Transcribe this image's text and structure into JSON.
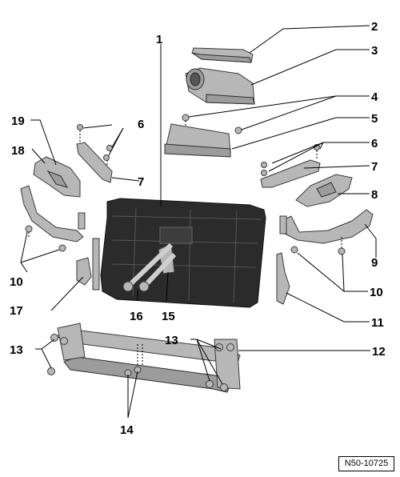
{
  "callouts": {
    "c1": "1",
    "c2": "2",
    "c3": "3",
    "c4": "4",
    "c5": "5",
    "c6a": "6",
    "c6b": "6",
    "c7a": "7",
    "c7b": "7",
    "c8": "8",
    "c9": "9",
    "c10a": "10",
    "c10b": "10",
    "c11": "11",
    "c12": "12",
    "c13a": "13",
    "c13b": "13",
    "c14": "14",
    "c15": "15",
    "c16": "16",
    "c17": "17",
    "c18": "18",
    "c19": "19"
  },
  "reference": "N50-10725",
  "colors": {
    "lock_carrier": "#2b2b2b",
    "parts": "#b7b7b7",
    "lines": "#000000"
  }
}
